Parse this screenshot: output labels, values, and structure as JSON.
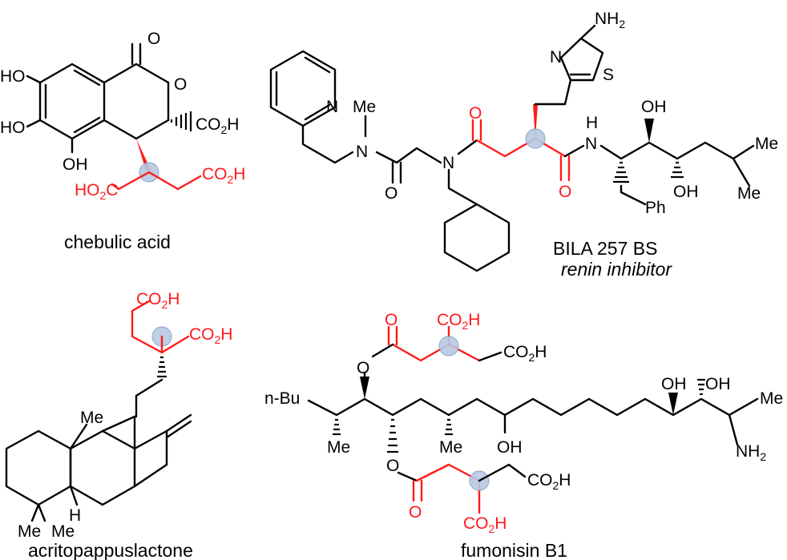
{
  "colors": {
    "highlight_fragment": "#ff1a1a",
    "stereocenter_marker": "#b7c9e2",
    "skeleton": "#000000"
  },
  "molecules": {
    "chebulic_acid": {
      "name": "chebulic acid",
      "labels": {
        "o_carbonyl": "O",
        "o_ring": "O",
        "ho_top": "HO",
        "ho_mid": "HO",
        "oh_bottom": "OH",
        "co2h_right": "CO",
        "h_right": "H",
        "ho2c_red": "HO",
        "c_red": "C",
        "co2h_red": "CO",
        "h_red": "H",
        "two": "2"
      }
    },
    "bila_257_bs": {
      "name": "BILA 257 BS",
      "subtitle": "renin inhibitor",
      "labels": {
        "nh2": "NH",
        "two": "2",
        "n_thiazole": "N",
        "s_thiazole": "S",
        "n_pyridine": "N",
        "me_n": "Me",
        "n_amine": "N",
        "o_amide1": "O",
        "n_amide": "N",
        "o_red1": "O",
        "o_red2": "O",
        "h_nh": "H",
        "n_nh": "N",
        "oh_top": "OH",
        "oh_bottom": "OH",
        "me_1": "Me",
        "me_2": "Me",
        "ph": "Ph"
      }
    },
    "acritopappuslactone": {
      "name": "acritopappuslactone",
      "labels": {
        "co2h_top": "CO",
        "h_top": "H",
        "co2h_mid": "CO",
        "h_mid": "H",
        "two": "2",
        "me_angular": "Me",
        "h_ring": "H",
        "me_gem1": "Me",
        "me_gem2": "Me"
      }
    },
    "fumonisin_b1": {
      "name": "fumonisin B1",
      "labels": {
        "o_top": "O",
        "co2h_a": "CO",
        "h_a": "H",
        "co2h_b": "CO",
        "h_b": "H",
        "o_ester_top": "O",
        "nbu": "n-Bu",
        "oh_1": "OH",
        "oh_2": "OH",
        "me_end": "Me",
        "me_1": "Me",
        "me_2": "Me",
        "oh_mid": "OH",
        "nh2": "NH",
        "two": "2",
        "o_ester_bottom": "O",
        "o_bottom": "O",
        "co2h_c": "CO",
        "h_c": "H",
        "co2h_d": "CO",
        "h_d": "H"
      }
    }
  }
}
